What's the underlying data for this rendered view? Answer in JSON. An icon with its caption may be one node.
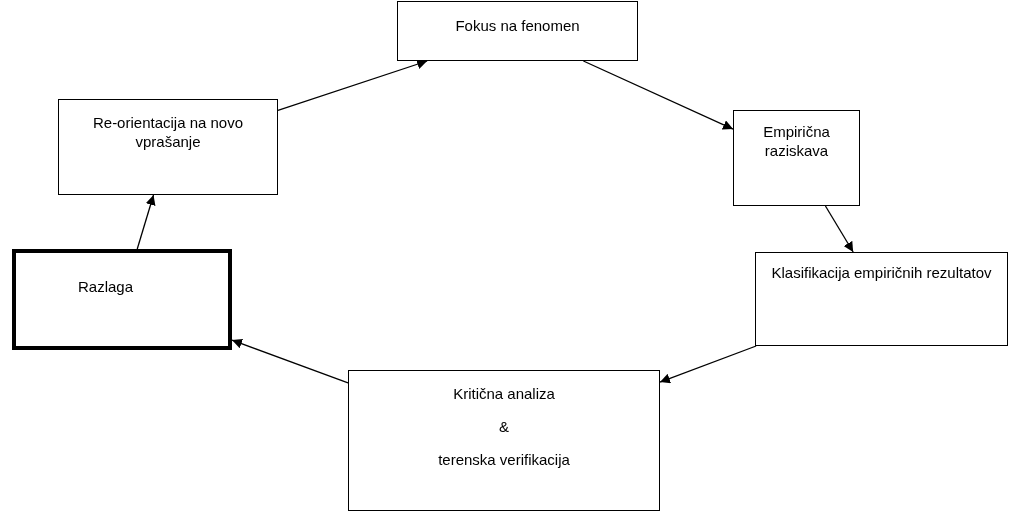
{
  "diagram": {
    "nodes": [
      {
        "text": [
          "Fokus na fenomen"
        ]
      },
      {
        "text": [
          "Empirična raziskava"
        ]
      },
      {
        "text": [
          "Klasifikacija empiričnih rezultatov"
        ]
      },
      {
        "text": [
          "Kritična analiza",
          "&",
          "terenska verifikacija"
        ]
      },
      {
        "text": [
          "Razlaga"
        ]
      },
      {
        "text": [
          "Re-orientacija na novo vprašanje"
        ]
      }
    ],
    "edges": [
      {
        "from": 5,
        "to": 0,
        "arrow": "to"
      },
      {
        "from": 0,
        "to": 1,
        "arrow": "to"
      },
      {
        "from": 1,
        "to": 2,
        "arrow": "to"
      },
      {
        "from": 2,
        "to": 3,
        "arrow": "to"
      },
      {
        "from": 3,
        "to": 4,
        "arrow": "to"
      },
      {
        "from": 4,
        "to": 5,
        "arrow": "to"
      }
    ]
  }
}
